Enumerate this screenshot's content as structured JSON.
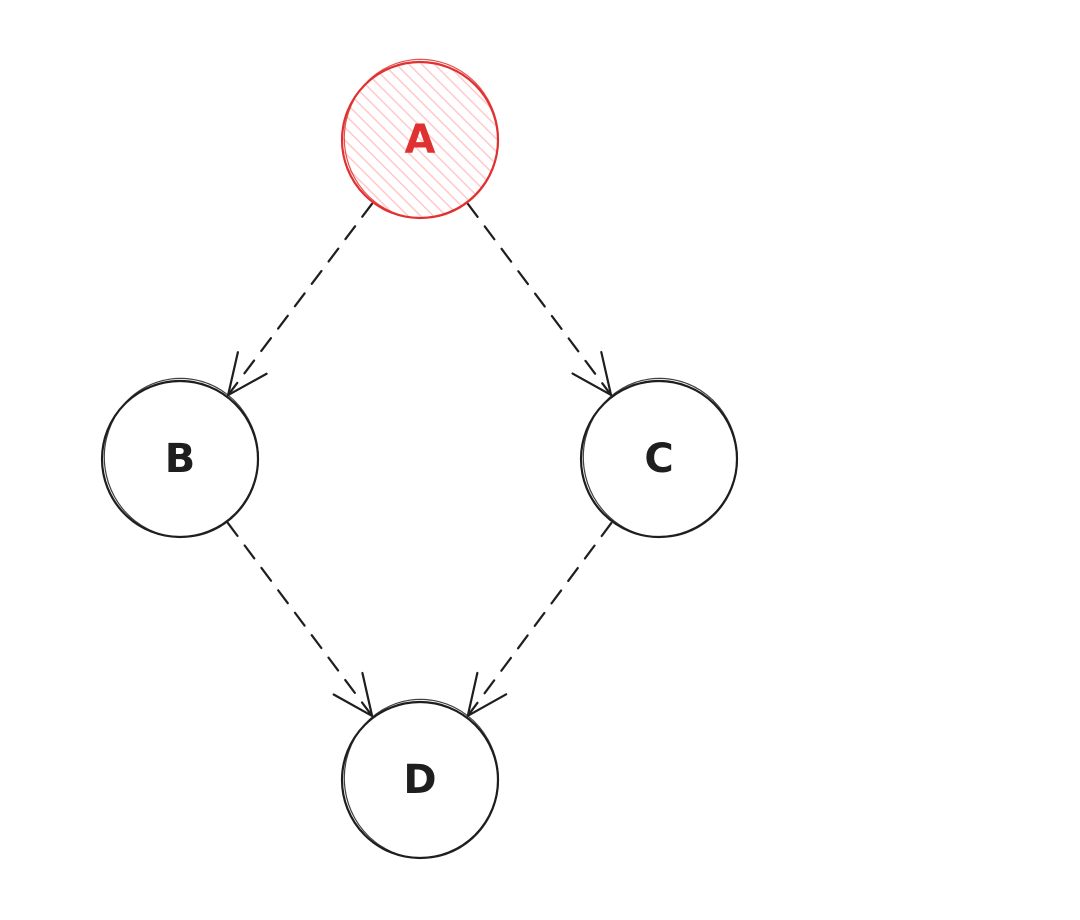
{
  "colors": {
    "stroke": "#1e1e1e",
    "highlight_stroke": "#e03131",
    "highlight_fill": "#ffc9c9",
    "background": "#ffffff"
  },
  "nodes": [
    {
      "id": "A",
      "label": "A",
      "highlighted": true
    },
    {
      "id": "B",
      "label": "B",
      "highlighted": false
    },
    {
      "id": "C",
      "label": "C",
      "highlighted": false
    },
    {
      "id": "D",
      "label": "D",
      "highlighted": false
    }
  ],
  "edges": [
    {
      "from": "A",
      "to": "B",
      "style": "dashed"
    },
    {
      "from": "A",
      "to": "C",
      "style": "dashed"
    },
    {
      "from": "B",
      "to": "D",
      "style": "dashed"
    },
    {
      "from": "C",
      "to": "D",
      "style": "dashed"
    }
  ]
}
